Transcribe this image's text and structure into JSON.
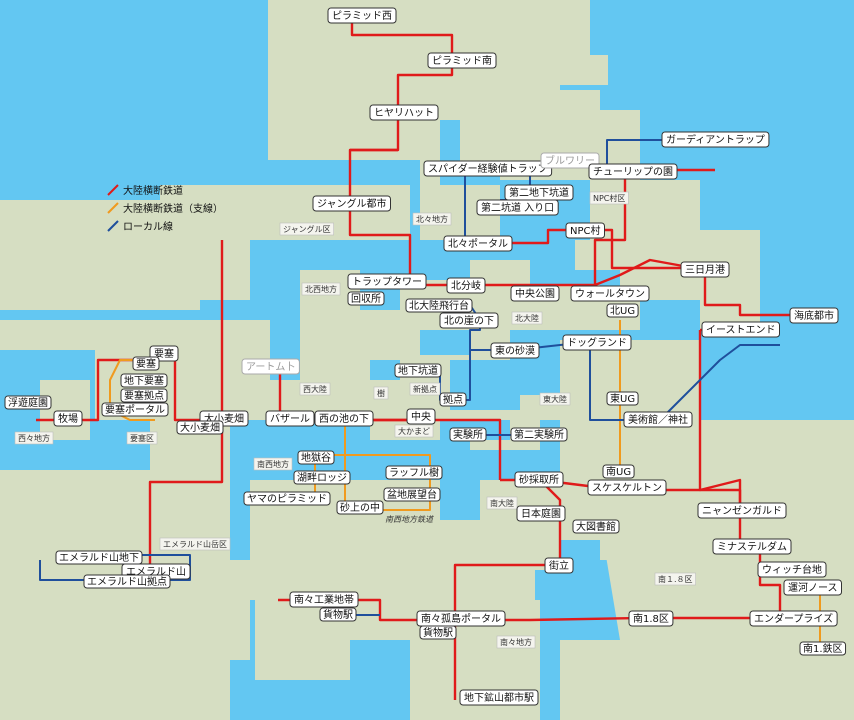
{
  "legend": [
    {
      "label": "大陸横断鉄道",
      "color": "#e01a1a"
    },
    {
      "label": "大陸横断鉄道（支線）",
      "color": "#f09a1e"
    },
    {
      "label": "ローカル線",
      "color": "#1f4f9c"
    }
  ],
  "colors": {
    "sea": "#63c7f2",
    "land": "#d6dec2",
    "main": "#e01a1a",
    "branch": "#f09a1e",
    "local": "#1f4f9c"
  },
  "stations": [
    {
      "id": "s1",
      "label": "ピラミッド西"
    },
    {
      "id": "s2",
      "label": "ピラミッド南"
    },
    {
      "id": "s3",
      "label": "ヒヤリハット"
    },
    {
      "id": "s4",
      "label": "ガーディアントラップ"
    },
    {
      "id": "s5",
      "label": "スパイダー経験値トラップ"
    },
    {
      "id": "s6",
      "label": "ブルワリー"
    },
    {
      "id": "s7",
      "label": "チューリップの園"
    },
    {
      "id": "s8",
      "label": "第二地下坑道"
    },
    {
      "id": "s9",
      "label": "第二坑道 入り口"
    },
    {
      "id": "s10",
      "label": "ジャングル都市"
    },
    {
      "id": "s11",
      "label": "NPC村"
    },
    {
      "id": "s12",
      "label": "北々ポータル"
    },
    {
      "id": "s13",
      "label": "三日月港"
    },
    {
      "id": "s14",
      "label": "トラップタワー"
    },
    {
      "id": "s15",
      "label": "北分岐"
    },
    {
      "id": "s16",
      "label": "回収所"
    },
    {
      "id": "s17",
      "label": "中央公園"
    },
    {
      "id": "s18",
      "label": "ウォールタウン"
    },
    {
      "id": "s19",
      "label": "北大陸飛行台"
    },
    {
      "id": "s20",
      "label": "海底都市"
    },
    {
      "id": "s21",
      "label": "北の崖の下"
    },
    {
      "id": "s22",
      "label": "北UG"
    },
    {
      "id": "s23",
      "label": "イーストエンド"
    },
    {
      "id": "s24",
      "label": "要塞"
    },
    {
      "id": "s25",
      "label": "ドッグランド"
    },
    {
      "id": "s26",
      "label": "要塞"
    },
    {
      "id": "s27",
      "label": "東の砂漠"
    },
    {
      "id": "s28",
      "label": "アートム卜"
    },
    {
      "id": "s29",
      "label": "地下要塞"
    },
    {
      "id": "s30",
      "label": "地下坑道"
    },
    {
      "id": "s31",
      "label": "要塞拠点"
    },
    {
      "id": "s32",
      "label": "浮遊庭園"
    },
    {
      "id": "s33",
      "label": "要塞ポータル"
    },
    {
      "id": "s34",
      "label": "拠点"
    },
    {
      "id": "s35",
      "label": "東UG"
    },
    {
      "id": "s36",
      "label": "牧場"
    },
    {
      "id": "s37",
      "label": "大小麦畑"
    },
    {
      "id": "s38",
      "label": "バザール"
    },
    {
      "id": "s39",
      "label": "西の池の下"
    },
    {
      "id": "s40",
      "label": "中央"
    },
    {
      "id": "s41",
      "label": "美術館／神社"
    },
    {
      "id": "s42",
      "label": "大小麦畑"
    },
    {
      "id": "s43",
      "label": "実験所"
    },
    {
      "id": "s44",
      "label": "第二実験所"
    },
    {
      "id": "s45",
      "label": "地獄谷"
    },
    {
      "id": "s46",
      "label": "湖畔ロッジ"
    },
    {
      "id": "s47",
      "label": "ラッフル樹"
    },
    {
      "id": "s48",
      "label": "南UG"
    },
    {
      "id": "s49",
      "label": "砂採取所"
    },
    {
      "id": "s50",
      "label": "スケスケルトン"
    },
    {
      "id": "s51",
      "label": "ヤマのピラミッド"
    },
    {
      "id": "s52",
      "label": "盆地展望台"
    },
    {
      "id": "s53",
      "label": "砂上の中"
    },
    {
      "id": "s54",
      "label": "ニャンゼンガルド"
    },
    {
      "id": "s55",
      "label": "日本庭園"
    },
    {
      "id": "s56",
      "label": "大図書館"
    },
    {
      "id": "s57",
      "label": "ミナステルダム"
    },
    {
      "id": "s58",
      "label": "エメラルド山地下"
    },
    {
      "id": "s59",
      "label": "エメラルド山"
    },
    {
      "id": "s60",
      "label": "エメラルド山拠点"
    },
    {
      "id": "s61",
      "label": "街立"
    },
    {
      "id": "s62",
      "label": "ウィッチ台地"
    },
    {
      "id": "s63",
      "label": "運河ノース"
    },
    {
      "id": "s64",
      "label": "南々工業地帯"
    },
    {
      "id": "s65",
      "label": "貨物駅"
    },
    {
      "id": "s66",
      "label": "南々孤島ポータル"
    },
    {
      "id": "s67",
      "label": "南1.8区"
    },
    {
      "id": "s68",
      "label": "エンダープライズ"
    },
    {
      "id": "s69",
      "label": "貨物駅"
    },
    {
      "id": "s70",
      "label": "南1.鉄区"
    },
    {
      "id": "s71",
      "label": "地下鉱山都市駅"
    }
  ],
  "areas": [
    {
      "id": "a1",
      "label": "北々地方"
    },
    {
      "id": "a2",
      "label": "NPC村区"
    },
    {
      "id": "a3",
      "label": "ジャングル区"
    },
    {
      "id": "a4",
      "label": "北西地方"
    },
    {
      "id": "a5",
      "label": "北大陸"
    },
    {
      "id": "a6",
      "label": "樹"
    },
    {
      "id": "a7",
      "label": "新拠点"
    },
    {
      "id": "a8",
      "label": "西大陸"
    },
    {
      "id": "a9",
      "label": "東大陸"
    },
    {
      "id": "a10",
      "label": "要塞区"
    },
    {
      "id": "a11",
      "label": "西々地方"
    },
    {
      "id": "a12",
      "label": "大かまど"
    },
    {
      "id": "a13",
      "label": "南西地方"
    },
    {
      "id": "a14",
      "label": "南大陸"
    },
    {
      "id": "a15",
      "label": "南西地方鉄道"
    },
    {
      "id": "a16",
      "label": "エメラルド山岳区"
    },
    {
      "id": "a17",
      "label": "南１.８区"
    },
    {
      "id": "a18",
      "label": "南々地方"
    }
  ]
}
